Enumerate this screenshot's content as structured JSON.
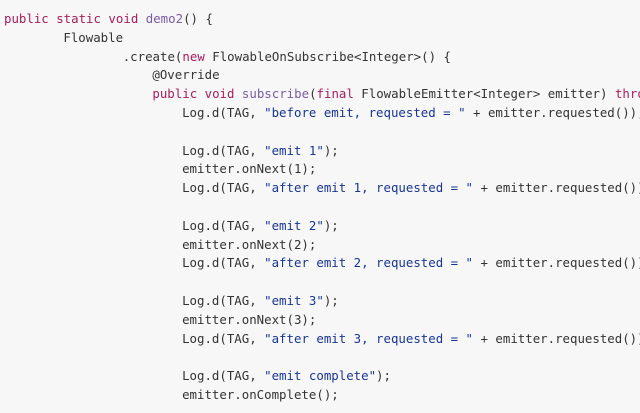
{
  "editor": {
    "language": "java",
    "colors": {
      "background": "#f7f7f7",
      "text": "#333333",
      "keyword": "#a71d5d",
      "function": "#795da3",
      "string": "#183691"
    },
    "lines": [
      {
        "indent": 0,
        "tokens": [
          {
            "k": "keyword",
            "t": "public static void "
          },
          {
            "k": "function",
            "t": "demo2"
          },
          {
            "k": "plain",
            "t": "() {"
          }
        ]
      },
      {
        "indent": 8,
        "tokens": [
          {
            "k": "plain",
            "t": "Flowable"
          }
        ]
      },
      {
        "indent": 16,
        "tokens": [
          {
            "k": "plain",
            "t": ".create("
          },
          {
            "k": "keyword",
            "t": "new"
          },
          {
            "k": "plain",
            "t": " FlowableOnSubscribe<Integer>() {"
          }
        ]
      },
      {
        "indent": 20,
        "tokens": [
          {
            "k": "annotation",
            "t": "@Override"
          }
        ]
      },
      {
        "indent": 20,
        "tokens": [
          {
            "k": "keyword",
            "t": "public void "
          },
          {
            "k": "function",
            "t": "subscribe"
          },
          {
            "k": "plain",
            "t": "("
          },
          {
            "k": "keyword",
            "t": "final"
          },
          {
            "k": "plain",
            "t": " FlowableEmitter<Integer> emitter) "
          },
          {
            "k": "keyword",
            "t": "throw"
          }
        ]
      },
      {
        "indent": 24,
        "tokens": [
          {
            "k": "plain",
            "t": "Log.d(TAG, "
          },
          {
            "k": "string",
            "t": "\"before emit, requested = \""
          },
          {
            "k": "plain",
            "t": " + emitter.requested());"
          }
        ]
      },
      {
        "indent": 0,
        "tokens": []
      },
      {
        "indent": 24,
        "tokens": [
          {
            "k": "plain",
            "t": "Log.d(TAG, "
          },
          {
            "k": "string",
            "t": "\"emit 1\""
          },
          {
            "k": "plain",
            "t": ");"
          }
        ]
      },
      {
        "indent": 24,
        "tokens": [
          {
            "k": "plain",
            "t": "emitter.onNext(1);"
          }
        ]
      },
      {
        "indent": 24,
        "tokens": [
          {
            "k": "plain",
            "t": "Log.d(TAG, "
          },
          {
            "k": "string",
            "t": "\"after emit 1, requested = \""
          },
          {
            "k": "plain",
            "t": " + emitter.requested())"
          }
        ]
      },
      {
        "indent": 0,
        "tokens": []
      },
      {
        "indent": 24,
        "tokens": [
          {
            "k": "plain",
            "t": "Log.d(TAG, "
          },
          {
            "k": "string",
            "t": "\"emit 2\""
          },
          {
            "k": "plain",
            "t": ");"
          }
        ]
      },
      {
        "indent": 24,
        "tokens": [
          {
            "k": "plain",
            "t": "emitter.onNext(2);"
          }
        ]
      },
      {
        "indent": 24,
        "tokens": [
          {
            "k": "plain",
            "t": "Log.d(TAG, "
          },
          {
            "k": "string",
            "t": "\"after emit 2, requested = \""
          },
          {
            "k": "plain",
            "t": " + emitter.requested())"
          }
        ]
      },
      {
        "indent": 0,
        "tokens": []
      },
      {
        "indent": 24,
        "tokens": [
          {
            "k": "plain",
            "t": "Log.d(TAG, "
          },
          {
            "k": "string",
            "t": "\"emit 3\""
          },
          {
            "k": "plain",
            "t": ");"
          }
        ]
      },
      {
        "indent": 24,
        "tokens": [
          {
            "k": "plain",
            "t": "emitter.onNext(3);"
          }
        ]
      },
      {
        "indent": 24,
        "tokens": [
          {
            "k": "plain",
            "t": "Log.d(TAG, "
          },
          {
            "k": "string",
            "t": "\"after emit 3, requested = \""
          },
          {
            "k": "plain",
            "t": " + emitter.requested());"
          }
        ]
      },
      {
        "indent": 0,
        "tokens": []
      },
      {
        "indent": 24,
        "tokens": [
          {
            "k": "plain",
            "t": "Log.d(TAG, "
          },
          {
            "k": "string",
            "t": "\"emit complete\""
          },
          {
            "k": "plain",
            "t": ");"
          }
        ]
      },
      {
        "indent": 24,
        "tokens": [
          {
            "k": "plain",
            "t": "emitter.onComplete();"
          }
        ]
      }
    ]
  }
}
